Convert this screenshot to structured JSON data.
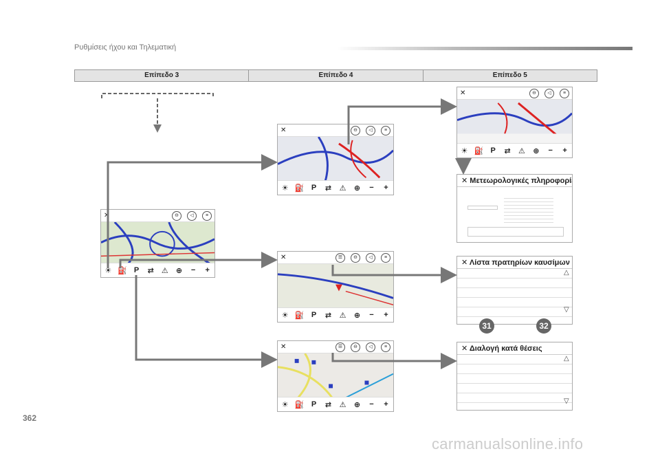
{
  "header": {
    "title": "Ρυθμίσεις ήχου και Τηλεματική"
  },
  "levels": [
    "Επίπεδο 3",
    "Επίπεδο 4",
    "Επίπεδο 5"
  ],
  "panels": {
    "weather": {
      "title": "Μετεωρολογικές πληροφορίες"
    },
    "fuel": {
      "title": "Λίστα πρατηρίων καυσίμων"
    },
    "parking": {
      "title": "Διαλογή κατά θέσεις"
    }
  },
  "badges": [
    "31",
    "32"
  ],
  "page_number": "362",
  "watermark": "carmanualsonline.info",
  "icons": {
    "close": "✕",
    "toolbar": [
      "☀",
      "⛽",
      "P",
      "🚗",
      "⚠",
      "⊕",
      "−",
      "+"
    ]
  }
}
